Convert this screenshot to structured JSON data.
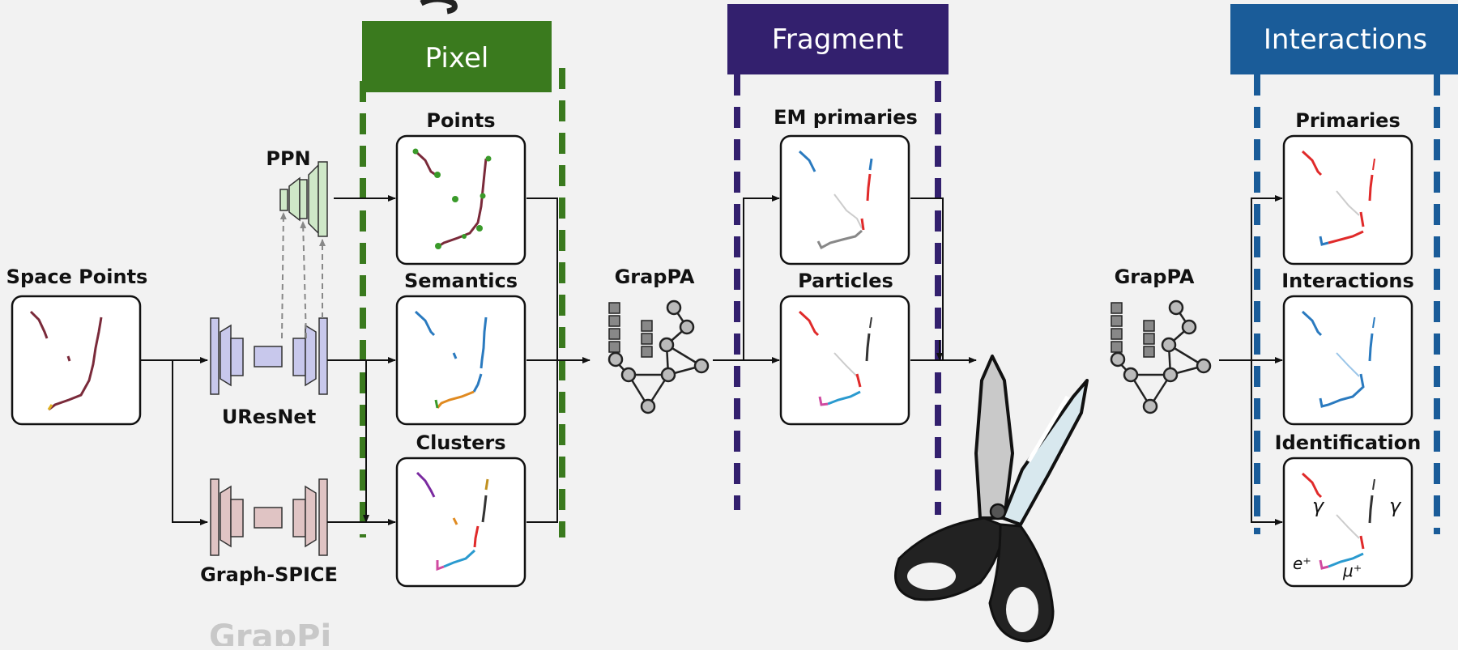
{
  "stages": {
    "pixel": "Pixel",
    "fragment": "Fragment",
    "interactions": "Interactions"
  },
  "input": {
    "label": "Space Points"
  },
  "networks": {
    "ppn": "PPN",
    "uresnet": "UResNet",
    "graph_spice": "Graph-SPICE"
  },
  "pixel_outputs": {
    "points": "Points",
    "semantics": "Semantics",
    "clusters": "Clusters"
  },
  "gnn": {
    "label_1": "GrapPA",
    "label_2": "GrapPA"
  },
  "fragment_outputs": {
    "em_primaries": "EM primaries",
    "particles": "Particles"
  },
  "interaction_outputs": {
    "primaries": "Primaries",
    "interactions": "Interactions",
    "identification": "Identification"
  },
  "particle_labels": {
    "gamma_left": "γ",
    "gamma_right": "γ",
    "positron": "e⁺",
    "muon": "μ⁺"
  },
  "colors": {
    "pixel": "#3a7a1e",
    "fragment": "#33206e",
    "interactions": "#1a5c99",
    "uresnet": "#c8c8ec",
    "graph_spice": "#e0c4c4",
    "ppn": "#cfe8c8"
  }
}
